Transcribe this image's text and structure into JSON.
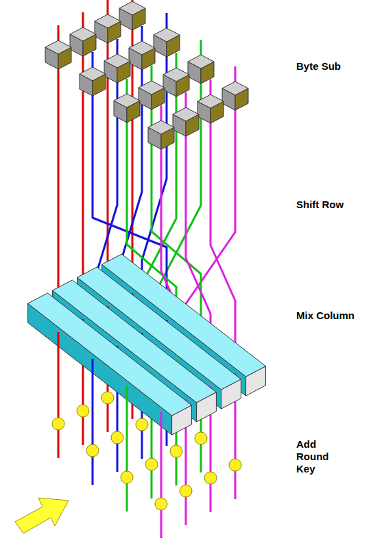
{
  "diagram": {
    "labels": [
      "Byte Sub",
      "Shift Row",
      "Mix Column",
      "Add Round Key"
    ]
  }
}
